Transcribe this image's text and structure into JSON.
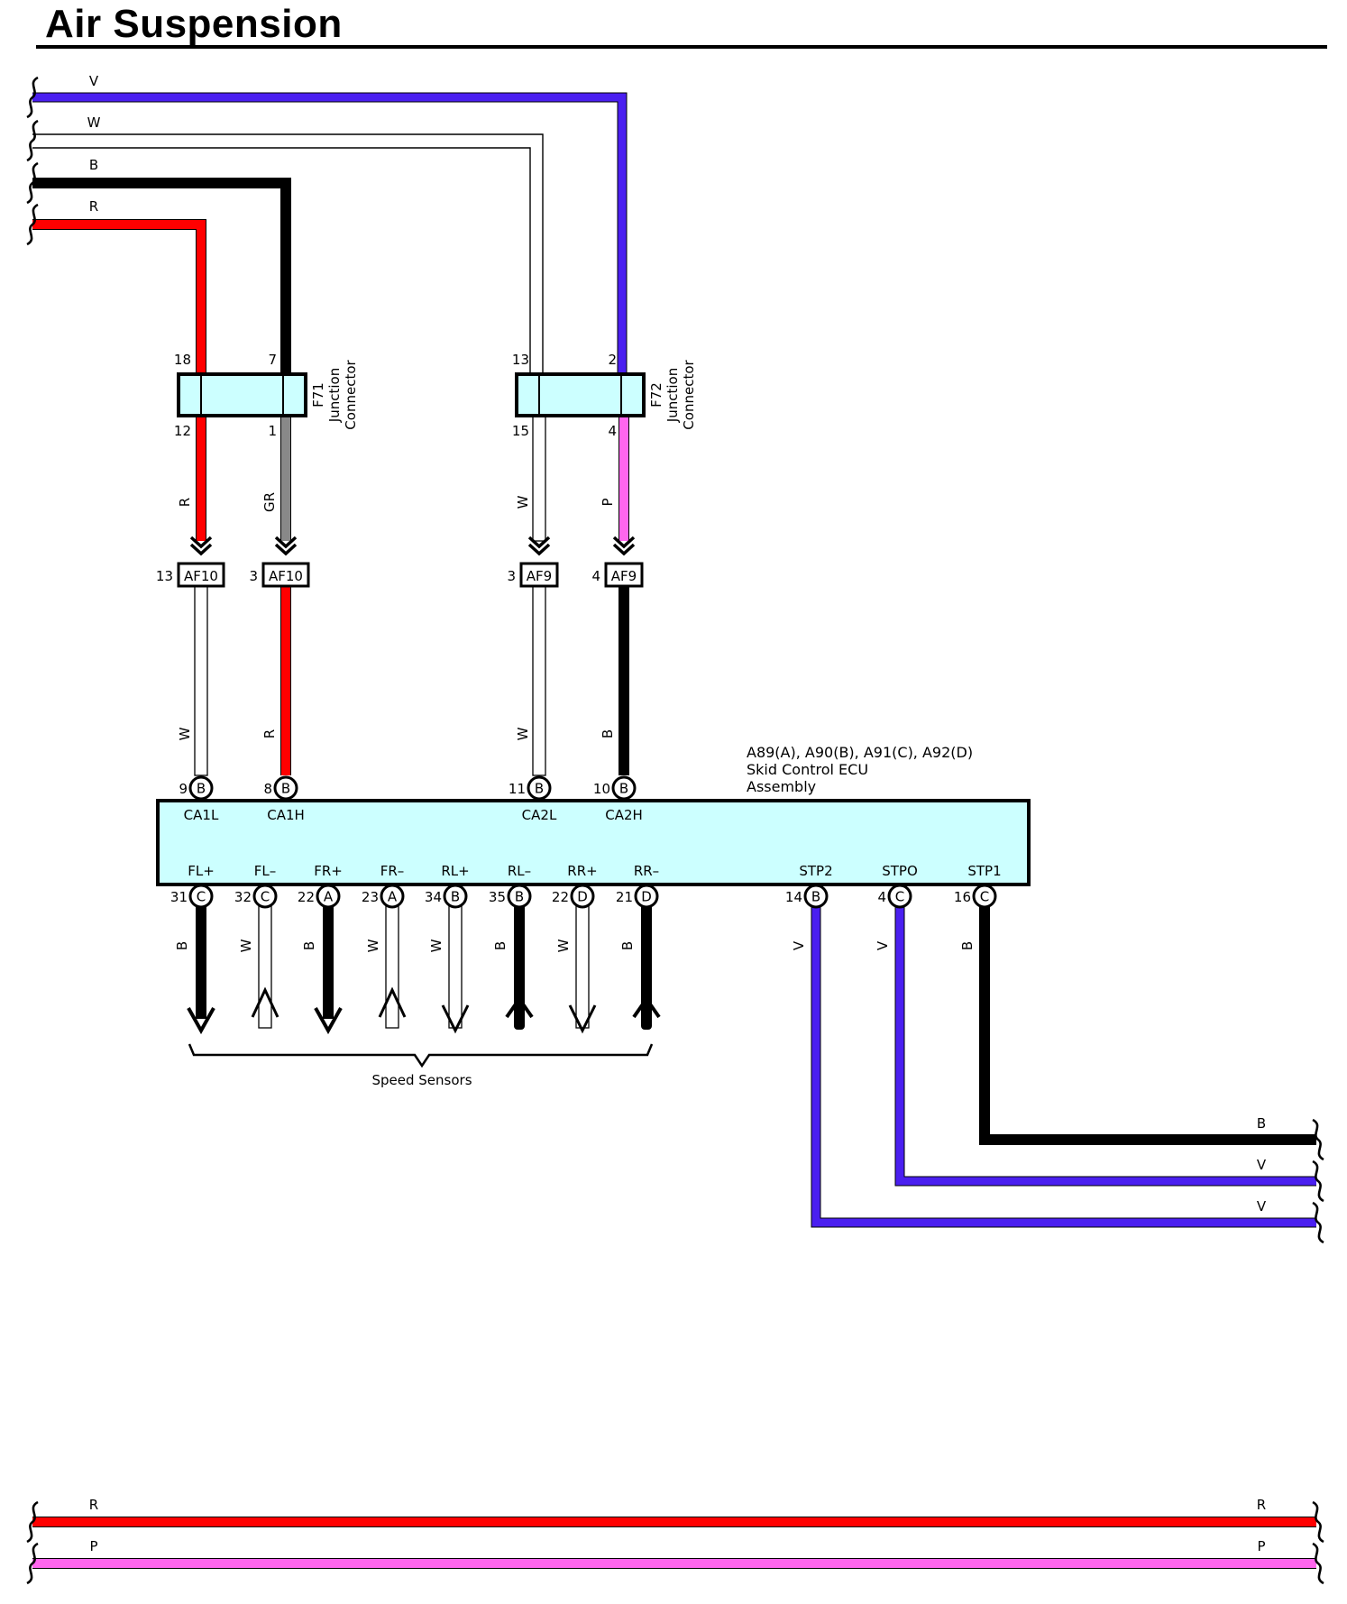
{
  "title": "Air Suspension",
  "colors": {
    "V": "#4a1ff0",
    "W": "#ffffff",
    "B": "#000000",
    "R": "#ff0000",
    "GR": "#888888",
    "P": "#ff66ee",
    "connector_fill": "#ccffff",
    "outline": "#000000"
  },
  "left_wires": [
    {
      "label": "V",
      "color": "V"
    },
    {
      "label": "W",
      "color": "W"
    },
    {
      "label": "B",
      "color": "B"
    },
    {
      "label": "R",
      "color": "R"
    }
  ],
  "junction_connectors": [
    {
      "id": "F71",
      "line2": "Junction",
      "line3": "Connector",
      "pins_top": [
        "18",
        "7"
      ],
      "pins_bottom": [
        "12",
        "1"
      ]
    },
    {
      "id": "F72",
      "line2": "Junction",
      "line3": "Connector",
      "pins_top": [
        "13",
        "2"
      ],
      "pins_bottom": [
        "15",
        "4"
      ]
    }
  ],
  "inline_connectors": [
    {
      "num": "13",
      "name": "AF10",
      "wire_above": "R",
      "wire_below": "W"
    },
    {
      "num": "3",
      "name": "AF10",
      "wire_above": "GR",
      "wire_below": "R"
    },
    {
      "num": "3",
      "name": "AF9",
      "wire_above": "W",
      "wire_below": "W"
    },
    {
      "num": "4",
      "name": "AF9",
      "wire_above": "P",
      "wire_below": "B"
    }
  ],
  "ecu": {
    "title": "A89(A), A90(B), A91(C), A92(D)",
    "name_line1": "Skid Control ECU",
    "name_line2": "Assembly",
    "top_pins": [
      {
        "num": "9",
        "conn": "B",
        "signal": "CA1L"
      },
      {
        "num": "8",
        "conn": "B",
        "signal": "CA1H"
      },
      {
        "num": "11",
        "conn": "B",
        "signal": "CA2L"
      },
      {
        "num": "10",
        "conn": "B",
        "signal": "CA2H"
      }
    ],
    "bottom_pins": [
      {
        "num": "31",
        "conn": "C",
        "signal": "FL+",
        "wire": "B"
      },
      {
        "num": "32",
        "conn": "C",
        "signal": "FL–",
        "wire": "W"
      },
      {
        "num": "22",
        "conn": "A",
        "signal": "FR+",
        "wire": "B"
      },
      {
        "num": "23",
        "conn": "A",
        "signal": "FR–",
        "wire": "W"
      },
      {
        "num": "34",
        "conn": "B",
        "signal": "RL+",
        "wire": "W"
      },
      {
        "num": "35",
        "conn": "B",
        "signal": "RL–",
        "wire": "B"
      },
      {
        "num": "22",
        "conn": "D",
        "signal": "RR+",
        "wire": "W"
      },
      {
        "num": "21",
        "conn": "D",
        "signal": "RR–",
        "wire": "B"
      },
      {
        "num": "14",
        "conn": "B",
        "signal": "STP2",
        "wire": "V"
      },
      {
        "num": "4",
        "conn": "C",
        "signal": "STPO",
        "wire": "V"
      },
      {
        "num": "16",
        "conn": "C",
        "signal": "STP1",
        "wire": "B"
      }
    ]
  },
  "speed_sensors_label": "Speed Sensors",
  "right_wires": [
    {
      "label": "B",
      "color": "B"
    },
    {
      "label": "V",
      "color": "V"
    },
    {
      "label": "V",
      "color": "V"
    }
  ],
  "bottom_wires": [
    {
      "label_left": "R",
      "label_right": "R",
      "color": "R"
    },
    {
      "label_left": "P",
      "label_right": "P",
      "color": "P"
    }
  ]
}
